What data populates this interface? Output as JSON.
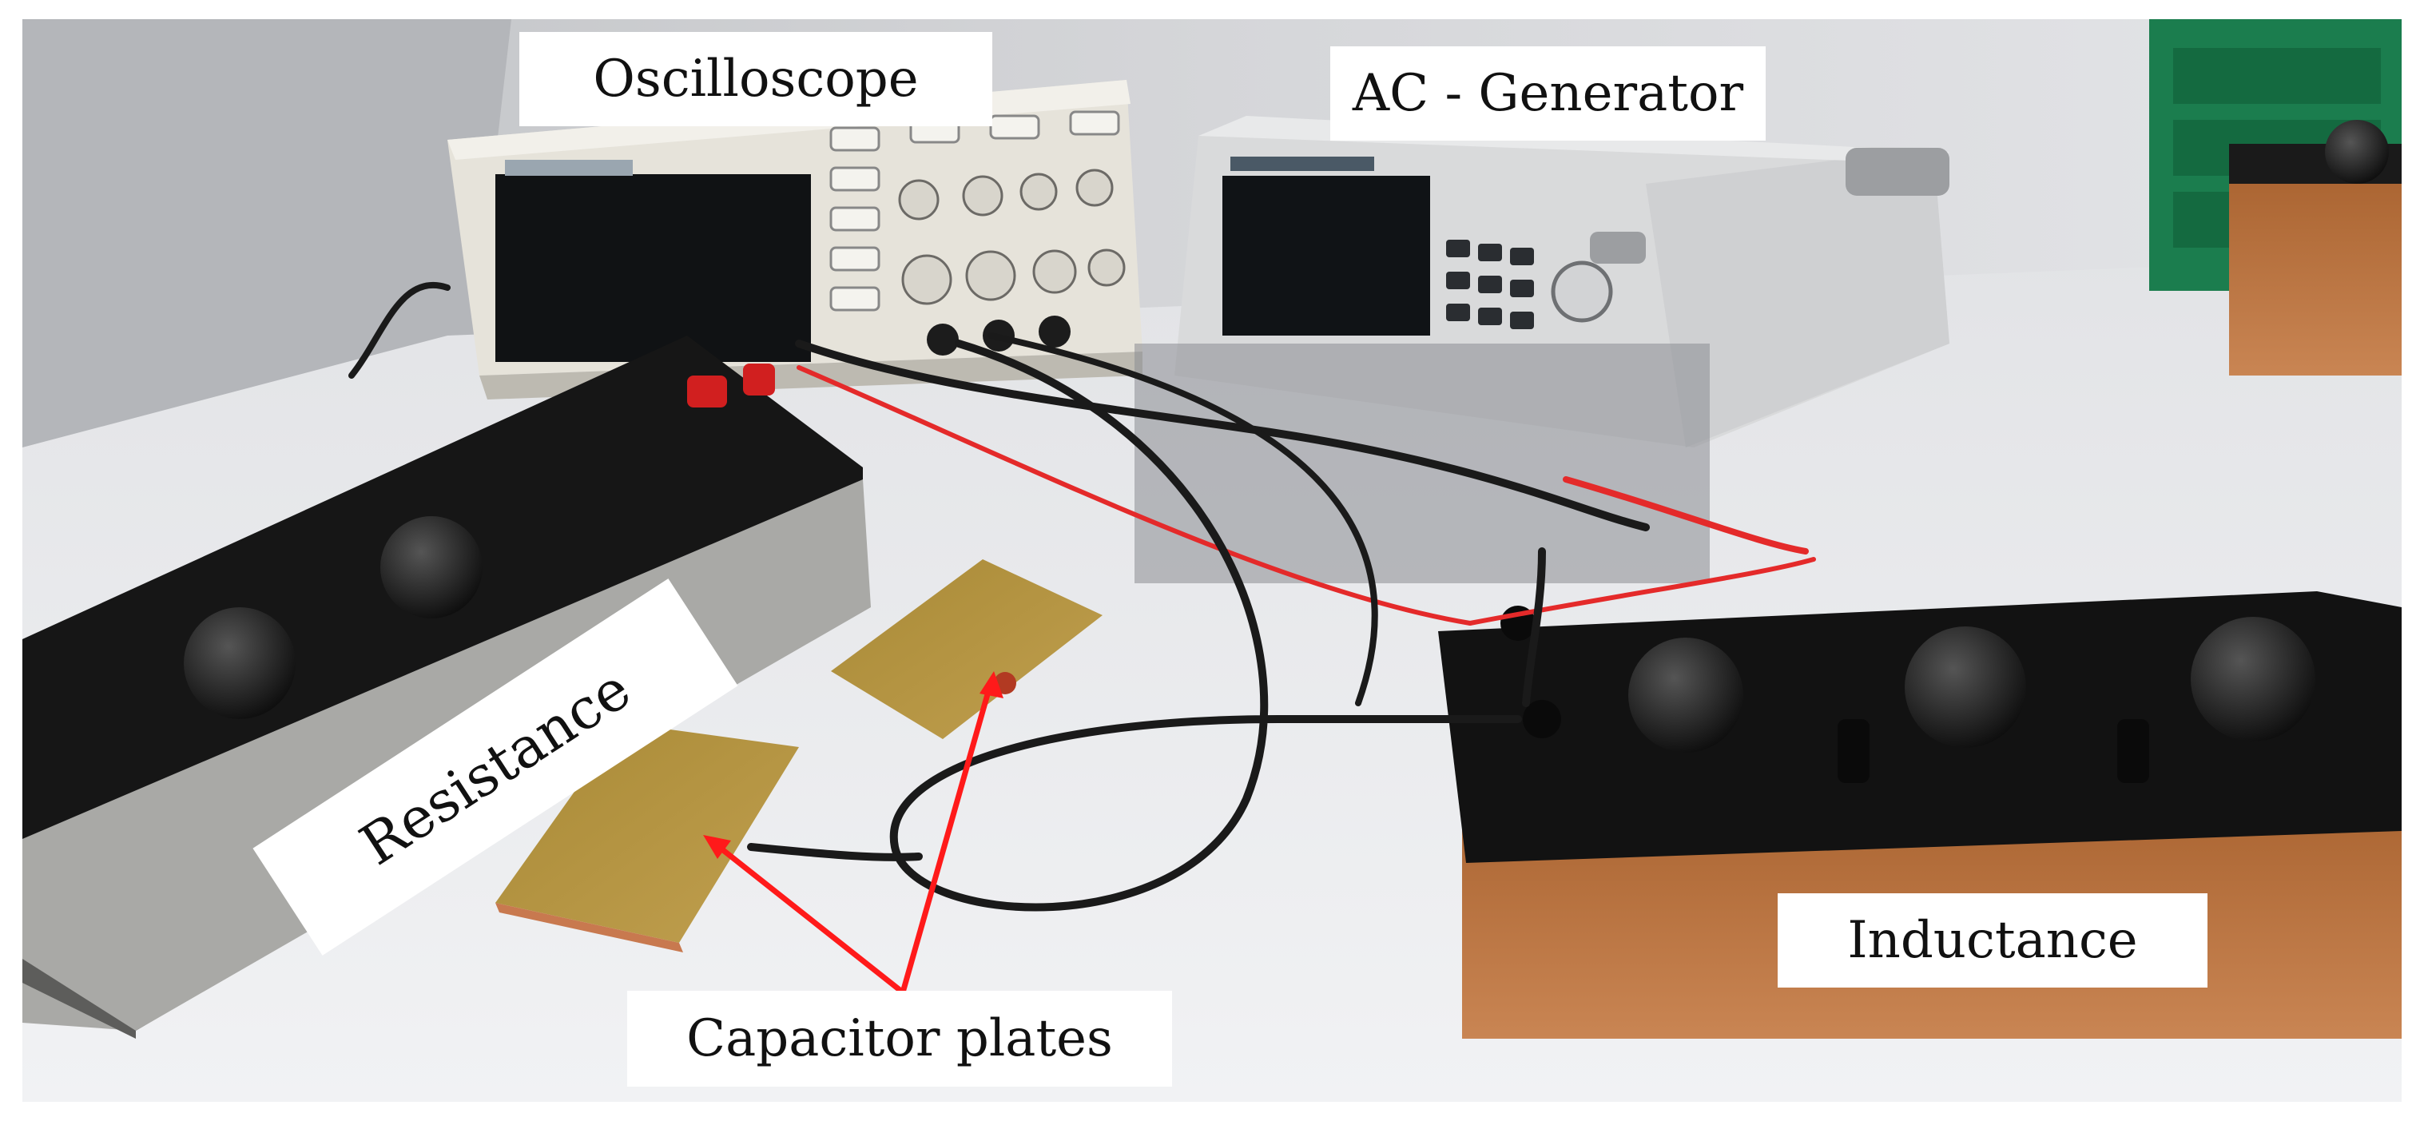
{
  "image": {
    "labels": {
      "oscilloscope": "Oscilloscope",
      "ac_generator": "AC - Generator",
      "resistance": "Resistance",
      "inductance": "Inductance",
      "capacitor_plates": "Capacitor plates"
    },
    "colors": {
      "background": "#ffffff",
      "table": "#edeef0",
      "wall": "#c9cacd",
      "instrument_black": "#161616",
      "oscilloscope_body": "#e6e3da",
      "generator_body": "#d9dadb",
      "wood": "#b9723d",
      "capacitor_plate": "#b08f3e",
      "arrow_red": "#ff1a1a",
      "wire_red": "#e42a2a",
      "wire_black": "#1a1a1a",
      "label_bg": "#ffffff",
      "label_text": "#111111",
      "drawer_green": "#1b7d4e"
    },
    "icons": [
      "oscilloscope-icon",
      "signal-generator-icon",
      "inductor-box-icon",
      "resistance-box-icon",
      "capacitor-plate-icon",
      "arrow-icon",
      "knob-icon"
    ]
  }
}
